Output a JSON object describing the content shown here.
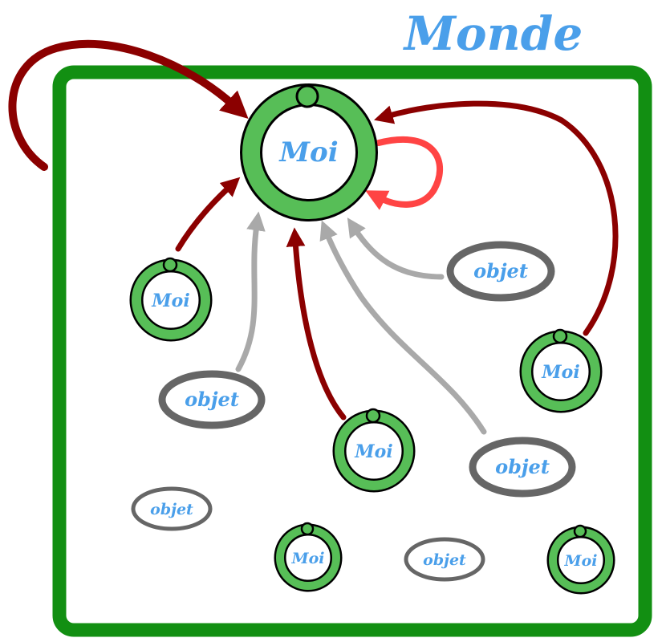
{
  "title": "Monde",
  "self_label": "Moi",
  "object_label": "objet",
  "colors": {
    "title": "#4A9FEA",
    "world_border": "#128F12",
    "ring_fill": "#57BE57",
    "ring_outline": "#000000",
    "object_ring": "#666666",
    "arrow_self": "#8B0000",
    "arrow_object": "#A9A9A9",
    "arrow_loop": "#FF4444",
    "label": "#4A9FEA"
  },
  "nodes": [
    {
      "id": "moi-center",
      "kind": "self",
      "label": "Moi"
    },
    {
      "id": "moi-left",
      "kind": "self",
      "label": "Moi"
    },
    {
      "id": "moi-right",
      "kind": "self",
      "label": "Moi"
    },
    {
      "id": "moi-middle",
      "kind": "self",
      "label": "Moi"
    },
    {
      "id": "moi-bottom-1",
      "kind": "self",
      "label": "Moi"
    },
    {
      "id": "moi-bottom-2",
      "kind": "self",
      "label": "Moi"
    },
    {
      "id": "objet-upper-right",
      "kind": "object",
      "label": "objet"
    },
    {
      "id": "objet-left",
      "kind": "object",
      "label": "objet"
    },
    {
      "id": "objet-lower-right",
      "kind": "object",
      "label": "objet"
    },
    {
      "id": "objet-lower-left",
      "kind": "object",
      "label": "objet"
    },
    {
      "id": "objet-bottom",
      "kind": "object",
      "label": "objet"
    }
  ],
  "edges": [
    {
      "from": "outside",
      "to": "moi-center",
      "kind": "self"
    },
    {
      "from": "moi-center",
      "to": "moi-center",
      "kind": "loop"
    },
    {
      "from": "moi-right",
      "to": "moi-center",
      "kind": "self"
    },
    {
      "from": "moi-left",
      "to": "moi-center",
      "kind": "self"
    },
    {
      "from": "moi-middle",
      "to": "moi-center",
      "kind": "self"
    },
    {
      "from": "objet-left",
      "to": "moi-center",
      "kind": "object"
    },
    {
      "from": "objet-upper-right",
      "to": "moi-center",
      "kind": "object"
    },
    {
      "from": "objet-lower-right",
      "to": "moi-center",
      "kind": "object"
    }
  ]
}
